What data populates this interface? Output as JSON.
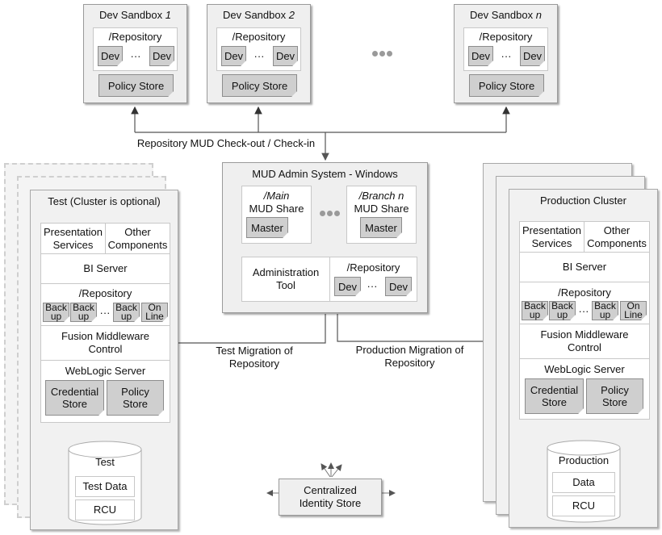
{
  "dev_sandboxes": [
    {
      "title": "Dev Sandbox ",
      "suffix": "1",
      "repository": "/Repository",
      "dev": "Dev",
      "ellipsis": "···",
      "policy_store": "Policy Store"
    },
    {
      "title": "Dev Sandbox ",
      "suffix": "2",
      "repository": "/Repository",
      "dev": "Dev",
      "ellipsis": "···",
      "policy_store": "Policy Store"
    },
    {
      "title": "Dev Sandbox ",
      "suffix": "n",
      "repository": "/Repository",
      "dev": "Dev",
      "ellipsis": "···",
      "policy_store": "Policy Store"
    }
  ],
  "checkout_label": "Repository MUD Check-out / Check-in",
  "mud_admin": {
    "title": "MUD Admin System - Windows",
    "main_share": {
      "name": "/Main",
      "label": "MUD Share",
      "master": "Master"
    },
    "branch_share": {
      "name": "/Branch n",
      "label": "MUD Share",
      "master": "Master"
    },
    "admin_tool": "Administration Tool",
    "repository": "/Repository",
    "dev": "Dev",
    "ellipsis": "···"
  },
  "test": {
    "title": "Test (Cluster is optional)",
    "presentation": "Presentation Services",
    "other": "Other Components",
    "bi_server": "BI Server",
    "repository": "/Repository",
    "backup": "Back up",
    "online": "On Line",
    "ellipsis": "···",
    "fmc": "Fusion Middleware Control",
    "weblogic": "WebLogic Server",
    "credential_store": "Credential Store",
    "policy_store": "Policy Store",
    "db_name": "Test",
    "db_item1": "Test Data",
    "db_item2": "RCU"
  },
  "production": {
    "title": "Production Cluster",
    "presentation": "Presentation Services",
    "other": "Other Components",
    "bi_server": "BI Server",
    "repository": "/Repository",
    "backup": "Back up",
    "online": "On Line",
    "ellipsis": "···",
    "fmc": "Fusion Middleware Control",
    "weblogic": "WebLogic Server",
    "credential_store": "Credential Store",
    "policy_store": "Policy Store",
    "db_name": "Production",
    "db_item1": "Data",
    "db_item2": "RCU"
  },
  "test_migration": "Test Migration of Repository",
  "prod_migration": "Production Migration of Repository",
  "identity_store": "Centralized Identity Store",
  "colors": {
    "box_fill": "#efefef",
    "file_fill": "#cfcfcf",
    "line": "#555555"
  }
}
